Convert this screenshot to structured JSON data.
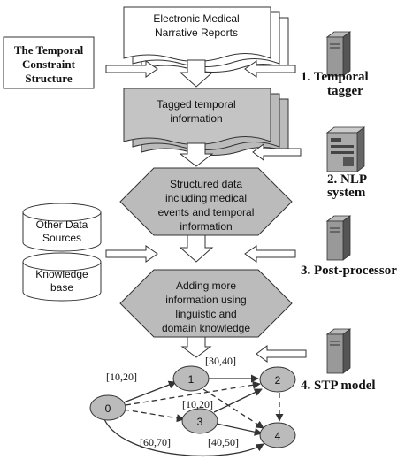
{
  "documents": {
    "narrative": [
      "Electronic Medical",
      "Narrative Reports"
    ],
    "tagged": [
      "Tagged temporal",
      "information"
    ]
  },
  "constraint_box": [
    "The Temporal",
    "Constraint",
    "Structure"
  ],
  "hexagons": {
    "structured": [
      "Structured data",
      "including medical",
      "events and temporal",
      "information"
    ],
    "adding": [
      "Adding more",
      "information using",
      "linguistic and",
      "domain knowledge"
    ]
  },
  "cylinders": {
    "other": [
      "Other Data",
      "Sources"
    ],
    "kb": [
      "Knowledge",
      "base"
    ]
  },
  "stages": [
    {
      "num": "1. Temporal",
      "name": "tagger"
    },
    {
      "num": "2. NLP",
      "name": "system"
    },
    {
      "num": "3. Post-processor",
      "name": ""
    },
    {
      "num": "4. STP model",
      "name": ""
    }
  ],
  "graph": {
    "nodes": [
      "0",
      "1",
      "2",
      "3",
      "4"
    ],
    "edge_labels": [
      "[10,20]",
      "[30,40]",
      "[10,20]",
      "[60,70]",
      "[40,50]"
    ]
  }
}
